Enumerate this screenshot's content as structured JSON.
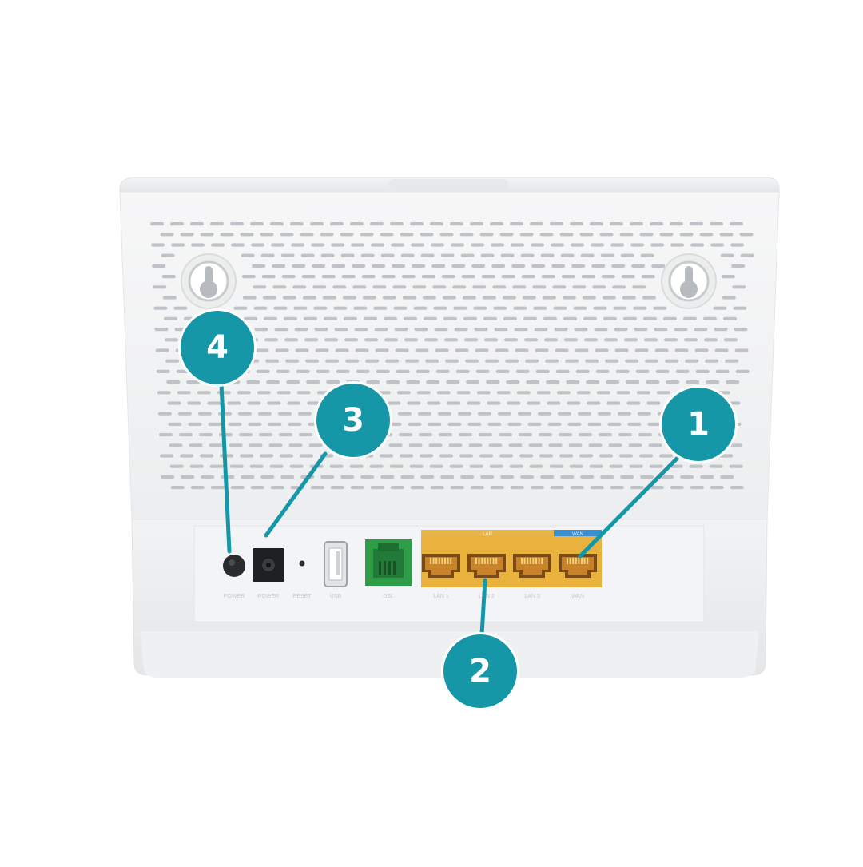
{
  "callouts": [
    {
      "number": "1",
      "target": "wan-port"
    },
    {
      "number": "2",
      "target": "lan-ports"
    },
    {
      "number": "3",
      "target": "power-jack"
    },
    {
      "number": "4",
      "target": "power-button"
    }
  ],
  "port_labels": {
    "power_button": "POWER",
    "power_jack": "POWER",
    "reset": "RESET",
    "usb": "USB",
    "dsl": "DSL",
    "lan": "LAN",
    "wan": "WAN",
    "lan_ports": [
      "LAN 1",
      "LAN 2",
      "LAN 3",
      "WAN"
    ]
  },
  "colors": {
    "callout": "#1597a8",
    "lan_band": "#e8b548",
    "wan_band": "#3b8fd1",
    "dsl_port": "#2f9c48",
    "ethernet_port": "#e0a531",
    "body": "#f1f2f3"
  }
}
